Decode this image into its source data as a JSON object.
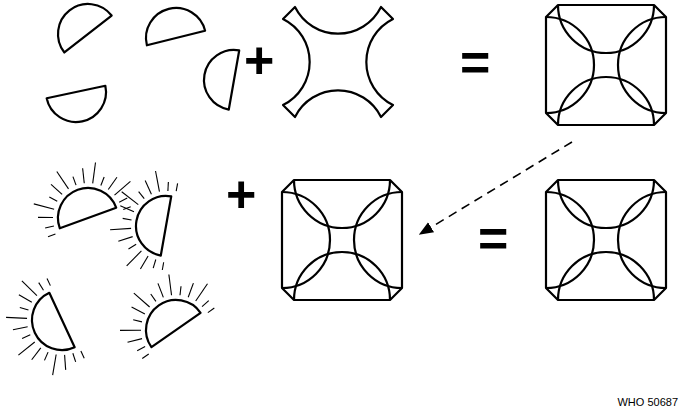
{
  "diagram": {
    "labels": [
      "+",
      "=",
      "+",
      "=",
      "WHO 50687"
    ]
  }
}
